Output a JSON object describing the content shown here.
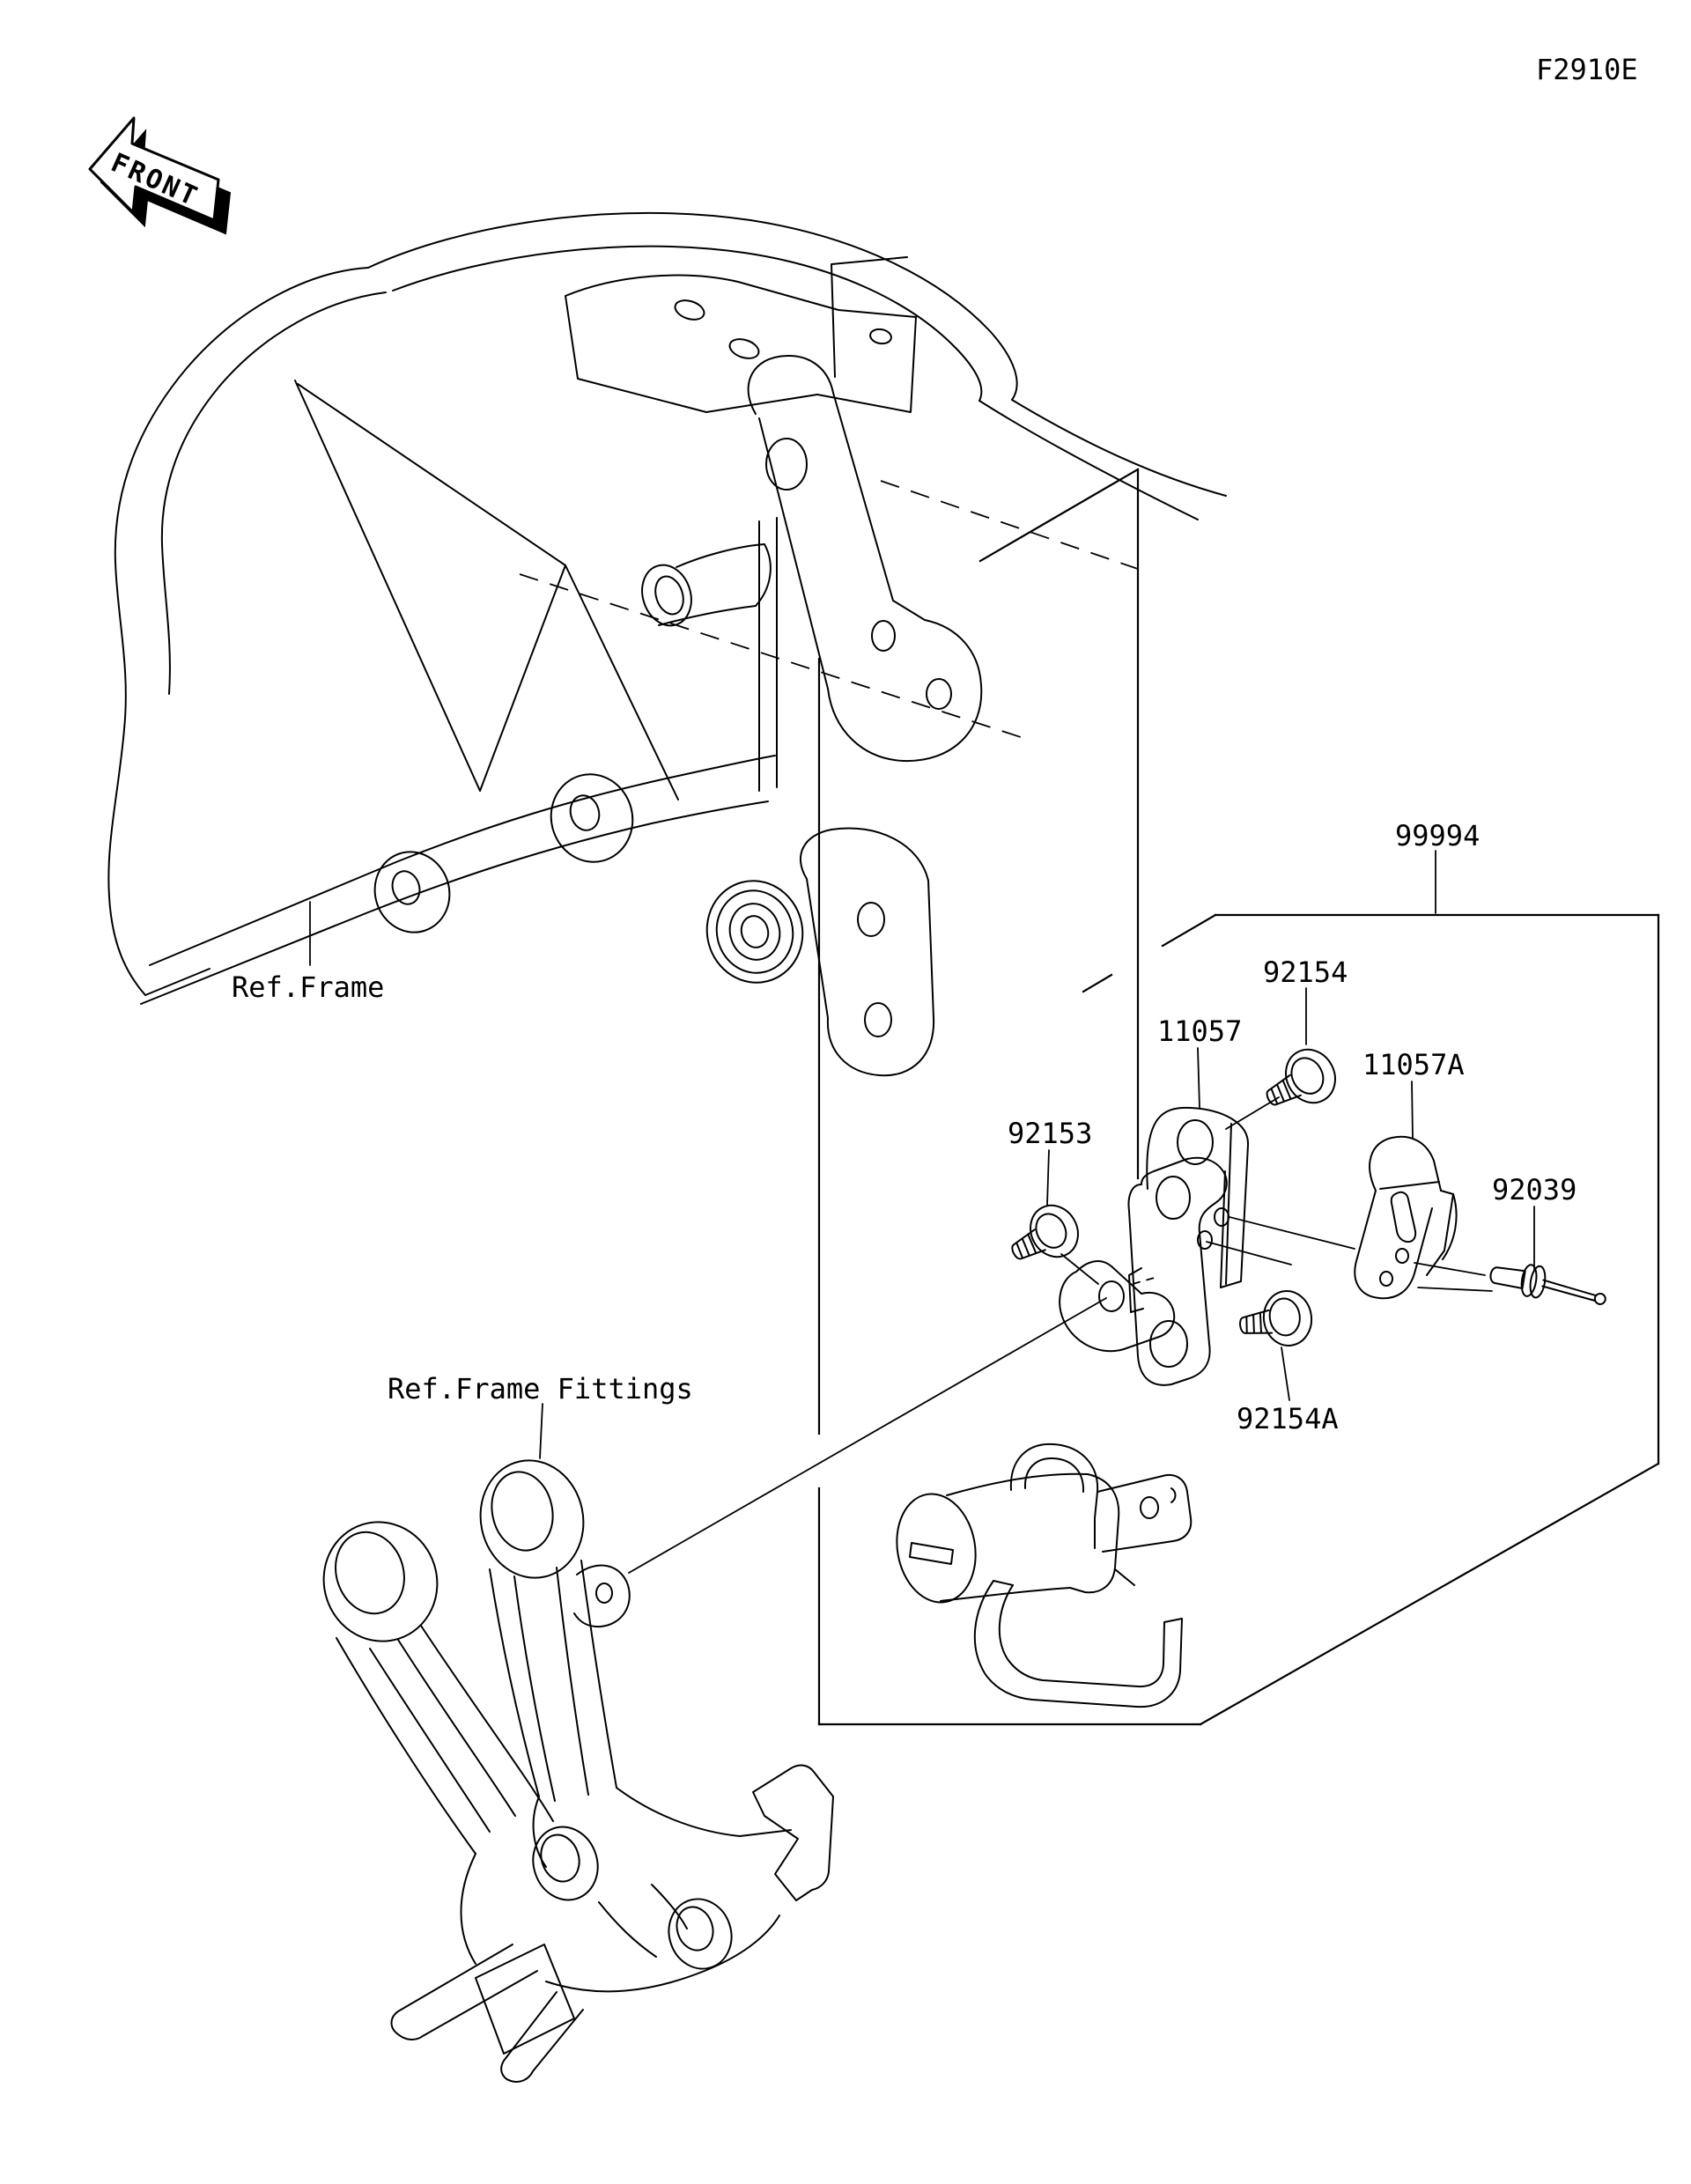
{
  "diagram": {
    "code": "F2910E",
    "front_marker": "FRONT",
    "ref_labels": {
      "frame": "Ref.Frame",
      "frame_fittings": "Ref.Frame Fittings"
    },
    "part_labels": [
      {
        "id": "99994"
      },
      {
        "id": "92154"
      },
      {
        "id": "11057"
      },
      {
        "id": "11057A"
      },
      {
        "id": "92039"
      },
      {
        "id": "92153"
      },
      {
        "id": "92154A"
      }
    ],
    "colors": {
      "line": "#000000",
      "background": "#ffffff"
    }
  }
}
